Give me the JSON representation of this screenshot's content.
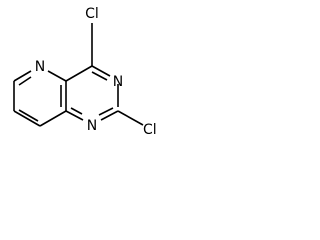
{
  "molecule": {
    "atoms": {
      "cl_top": "Cl",
      "cl_right": "Cl",
      "n_pyridine": "N",
      "n_upper_pyrimidine": "N",
      "n_lower_pyrimidine": "N"
    }
  }
}
